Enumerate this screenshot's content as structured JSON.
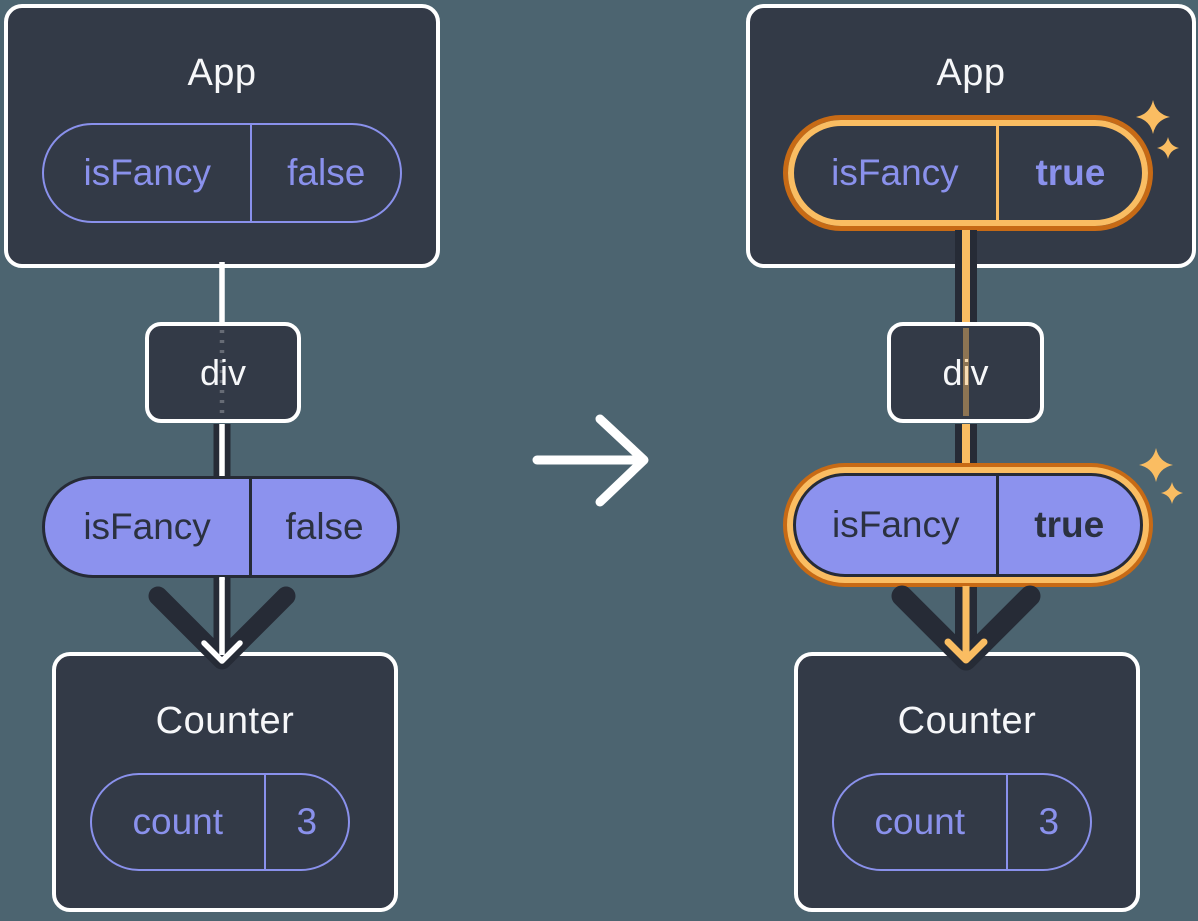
{
  "left_tree": {
    "app": {
      "title": "App",
      "prop_name": "isFancy",
      "prop_value": "false"
    },
    "div_tag": {
      "label": "div"
    },
    "passed_prop": {
      "name": "isFancy",
      "value": "false"
    },
    "counter": {
      "title": "Counter",
      "state_name": "count",
      "state_value": "3"
    }
  },
  "right_tree": {
    "app": {
      "title": "App",
      "prop_name": "isFancy",
      "prop_value": "true"
    },
    "div_tag": {
      "label": "div"
    },
    "passed_prop": {
      "name": "isFancy",
      "value": "true"
    },
    "counter": {
      "title": "Counter",
      "state_name": "count",
      "state_value": "3"
    }
  },
  "icons": {
    "transition_arrow": "right-arrow",
    "sparkles": "sparkle-icon",
    "flow_arrowheads": "down-arrowhead"
  },
  "colors": {
    "background": "#4C6470",
    "card_fill": "#333A47",
    "card_border": "#FFFFFF",
    "purple_accent": "#8A91EC",
    "purple_fill": "#8C92EE",
    "dark_ink": "#262B36",
    "orange_dark": "#C76A15",
    "orange_light": "#FABD62",
    "white": "#FFFFFF"
  }
}
